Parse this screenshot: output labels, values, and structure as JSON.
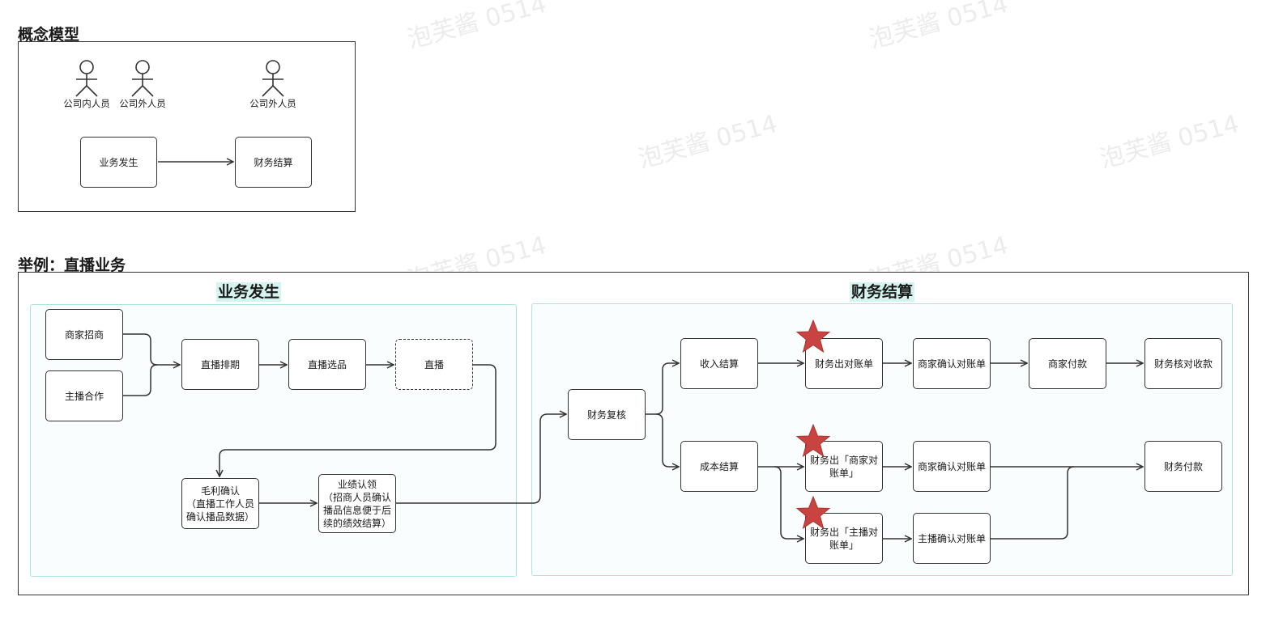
{
  "watermark": "泡芙酱 0514",
  "concept": {
    "title": "概念模型",
    "actors": [
      "公司内人员",
      "公司外人员",
      "公司外人员"
    ],
    "nodes": {
      "business": "业务发生",
      "finance": "财务结算"
    }
  },
  "example": {
    "title": "举例：直播业务",
    "business_group": {
      "title": "业务发生",
      "nodes": {
        "merchant": "商家招商",
        "anchor": "主播合作",
        "schedule": "直播排期",
        "selection": "直播选品",
        "live": "直播",
        "margin": "毛利确认\n（直播工作人员确认播品数据）",
        "performance": "业绩认领\n（招商人员确认播品信息便于后续的绩效结算）"
      }
    },
    "finance_group": {
      "title": "财务结算",
      "nodes": {
        "review": "财务复核",
        "income": "收入结算",
        "cost": "成本结算",
        "fin_bill_1": "财务出对账单",
        "merchant_confirm_1": "商家确认对账单",
        "merchant_pay": "商家付款",
        "fin_verify": "财务核对收款",
        "fin_bill_merchant": "财务出「商家对账单」",
        "merchant_confirm_2": "商家确认对账单",
        "fin_bill_anchor": "财务出「主播对账单」",
        "anchor_confirm": "主播确认对账单",
        "fin_pay": "财务付款"
      }
    }
  },
  "colors": {
    "star": "#c94340",
    "group_border": "#a8e6df",
    "group_title_bg": "#d6f4ef",
    "line": "#333333"
  }
}
